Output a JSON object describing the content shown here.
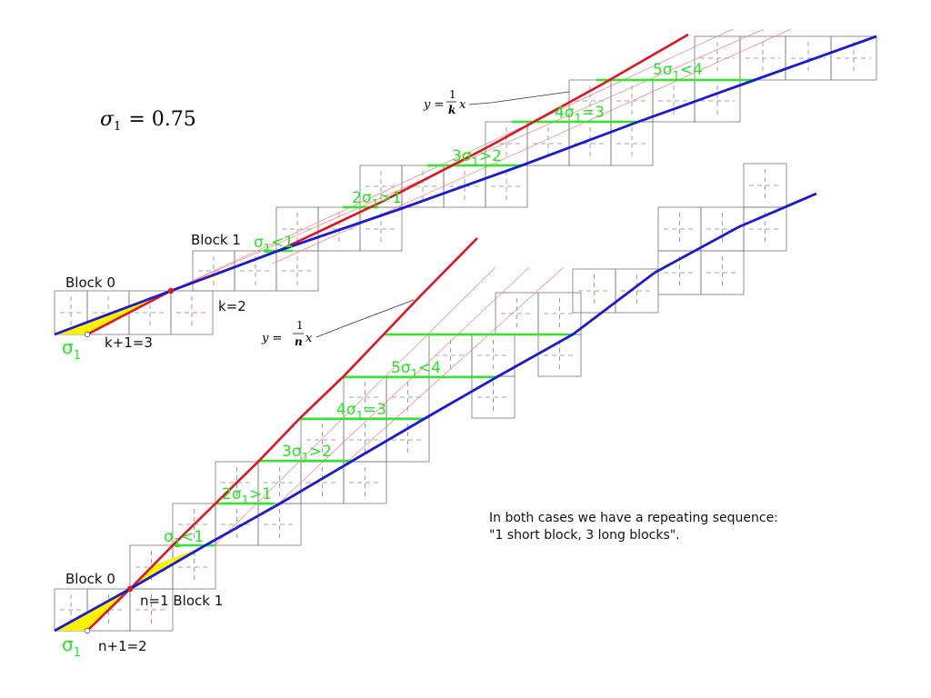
{
  "sigma_line": {
    "symbol": "σ",
    "sub": "1",
    "equals": "= 0.75"
  },
  "top": {
    "block0": "Block 0",
    "block1": "Block 1",
    "k2": "k=2",
    "k3": "k+1=3",
    "sigma": "σ",
    "sigma_sub": "1",
    "formula": {
      "lhs": "y =",
      "num": "1",
      "den": "k",
      "var": "x"
    },
    "ineq": [
      {
        "pre": "σ",
        "sub": "1",
        "post": "<1"
      },
      {
        "pre": "2σ",
        "sub": "1",
        "post": ">1"
      },
      {
        "pre": "3σ",
        "sub": "1",
        "post": ">2"
      },
      {
        "pre": "4σ",
        "sub": "1",
        "post": "=3"
      },
      {
        "pre": "5σ",
        "sub": "1",
        "post": "<4"
      }
    ]
  },
  "bottom": {
    "block0": "Block 0",
    "block1": "n=1  Block 1",
    "n2": "n+1=2",
    "sigma": "σ",
    "sigma_sub": "1",
    "formula": {
      "lhs": "y =",
      "num": "1",
      "den": "n",
      "var": "x"
    },
    "ineq": [
      {
        "pre": "σ",
        "sub": "1",
        "post": "<1"
      },
      {
        "pre": "2σ",
        "sub": "1",
        "post": ">1"
      },
      {
        "pre": "3σ",
        "sub": "1",
        "post": ">2"
      },
      {
        "pre": "4σ",
        "sub": "1",
        "post": "=3"
      },
      {
        "pre": "5σ",
        "sub": "1",
        "post": "<4"
      }
    ]
  },
  "note": {
    "line1": "In both cases we have a repeating sequence:",
    "line2": "\"1 short block, 3 long blocks\"."
  },
  "colors": {
    "red": "#e0141e",
    "blue": "#1a1ad6",
    "green": "#22e622",
    "yellow": "#fff200"
  }
}
